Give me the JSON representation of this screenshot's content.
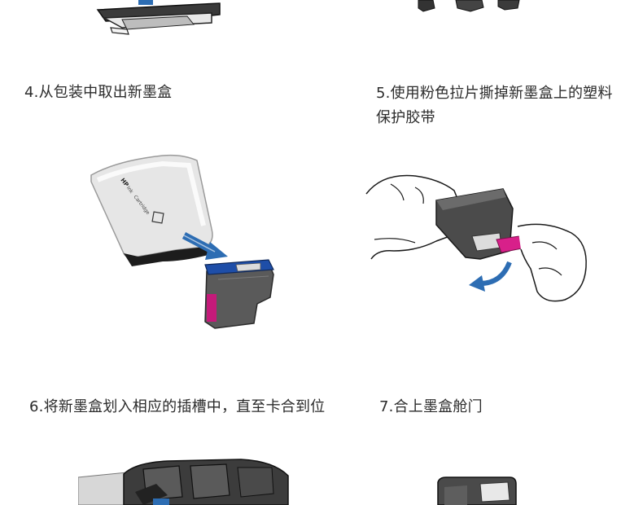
{
  "steps": [
    {
      "id": "4",
      "text": "4.从包装中取出新墨盒"
    },
    {
      "id": "5",
      "text_line1": "5.使用粉色拉片撕掉新墨盒上的塑料",
      "text_line2": "保护胶带"
    },
    {
      "id": "6",
      "text": "6.将新墨盒划入相应的插槽中，直至卡合到位"
    },
    {
      "id": "7",
      "text": "7.合上墨盒舱门"
    }
  ],
  "package_label": {
    "brand": "HP",
    "line": "Ink",
    "product": "Cartridge"
  },
  "colors": {
    "arrow_blue": "#2d6db3",
    "cartridge_magenta": "#c51a7a",
    "cartridge_body": "#555555",
    "cartridge_top": "#1e4ea8",
    "pull_tab_pink": "#d8208a"
  }
}
